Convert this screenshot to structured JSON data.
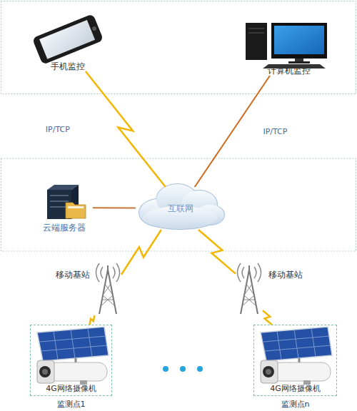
{
  "diagram": {
    "nodes": [
      {
        "text": [
          "手机监控"
        ]
      },
      {
        "text": [
          "计算机监控"
        ]
      },
      {
        "text": [
          "云端服务器"
        ]
      },
      {
        "text": [
          "互联网"
        ]
      },
      {
        "text": [
          "移动基站"
        ]
      },
      {
        "text": [
          "移动基站"
        ]
      },
      {
        "text": [
          "4G网络摄像机",
          "监测点1"
        ]
      },
      {
        "text": [
          "4G网络摄像机",
          "监测点n"
        ]
      }
    ],
    "edges": [
      {
        "from": 0,
        "to": 3,
        "arrow": "none",
        "label": "IP/TCP"
      },
      {
        "from": 1,
        "to": 3,
        "arrow": "none",
        "label": "IP/TCP"
      },
      {
        "from": 2,
        "to": 3,
        "arrow": "none"
      },
      {
        "from": 3,
        "to": 4,
        "arrow": "none"
      },
      {
        "from": 3,
        "to": 5,
        "arrow": "none"
      },
      {
        "from": 4,
        "to": 6,
        "arrow": "none"
      },
      {
        "from": 5,
        "to": 7,
        "arrow": "none"
      }
    ]
  }
}
